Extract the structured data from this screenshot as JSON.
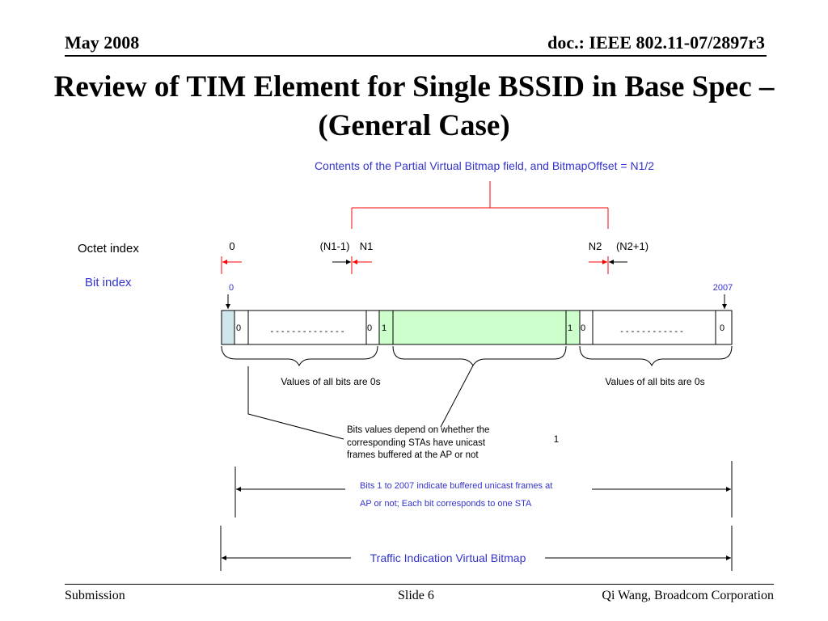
{
  "header": {
    "date": "May 2008",
    "doc": "doc.: IEEE 802.11-07/2897r3"
  },
  "title": "Review of TIM Element for Single BSSID in Base Spec – (General Case)",
  "footer": {
    "left": "Submission",
    "slide": "Slide 6",
    "right": "Qi Wang, Broadcom Corporation"
  },
  "diagram": {
    "pvb_label": "Contents of the Partial Virtual Bitmap field, and BitmapOffset = N1/2",
    "octet_index_label": "Octet index",
    "bit_index_label": "Bit index",
    "octet_0": "0",
    "octet_n1_minus_1": "(N1-1)",
    "octet_n1": "N1",
    "octet_n2": "N2",
    "octet_n2_plus_1": "(N2+1)",
    "bit_start": "0",
    "bit_end": "2007",
    "cell_bits": [
      "0",
      "0",
      "1",
      "1",
      "0",
      "0"
    ],
    "dashes_left": "- - - - - - - - - - - - - -",
    "dashes_right": "- - - - - - - - - - - -",
    "zeros_note_left": "Values of all bits are 0s",
    "zeros_note_right": "Values of all bits are 0s",
    "depend_note": [
      "Bits values depend on whether the",
      "corresponding STAs have unicast",
      "frames buffered at the AP or not"
    ],
    "stray_one": "1",
    "bits_note": [
      "Bits 1 to 2007 indicate buffered unicast frames at",
      "AP or not; Each bit corresponds to one STA"
    ],
    "tivb_label": "Traffic Indication Virtual Bitmap"
  },
  "colors": {
    "blue": "#3333cc",
    "red": "#ff0000",
    "green": "#ccffcc",
    "lightblue": "#cfe6ec"
  }
}
